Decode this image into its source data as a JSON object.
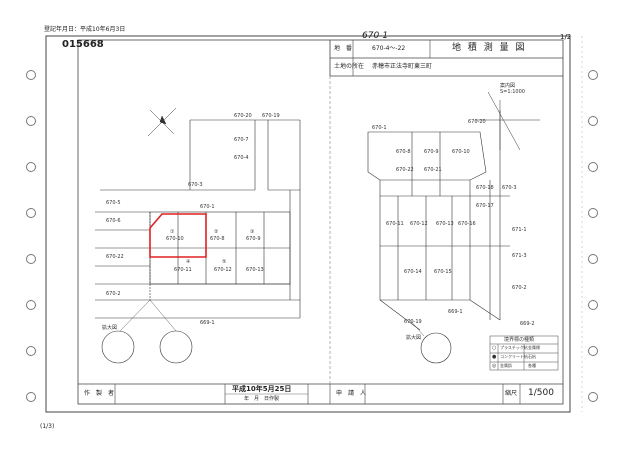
{
  "header": {
    "print_note": "登記年月日：平成10年6月3日",
    "serial": "015668",
    "page_number": "(1/3)"
  },
  "title_block": {
    "handwritten_lot": "670-1",
    "lot_label": "地　番",
    "lot_value": "670-4～-22",
    "survey_title": "地 積 測 量 図",
    "location_label": "土地の所在",
    "location_value": "赤穂市正法寺町東三町",
    "corner_mark": "1/2"
  },
  "left_map": {
    "lots": [
      "670-20",
      "670-19",
      "670-7",
      "670-4",
      "670-3",
      "670-5",
      "670-1",
      "670-6",
      "670-8",
      "670-9",
      "670-10",
      "670-11",
      "670-12",
      "670-13",
      "670-22",
      "670-2",
      "669-1"
    ],
    "parcel_numbers": [
      "①",
      "②",
      "③",
      "④",
      "⑤"
    ],
    "detail_label": "拡大図"
  },
  "right_map": {
    "lots": [
      "670-1",
      "670-8",
      "670-9",
      "670-10",
      "670-11",
      "670-12",
      "670-13",
      "670-14",
      "670-15",
      "670-16",
      "670-17",
      "670-18",
      "670-19",
      "670-20",
      "670-21",
      "670-22",
      "670-3",
      "670-2",
      "671-3",
      "671-1",
      "669-1",
      "669-2"
    ],
    "location_map_label": "案内図",
    "location_map_scale": "S=1:1000",
    "detail_label": "拡大図"
  },
  "legend": {
    "title": "境界標の種類",
    "rows": [
      {
        "mark": "○",
        "type": "プラスチック杭",
        "label": "金属標"
      },
      {
        "mark": "●",
        "type": "コンクリート杭",
        "label": "石杭"
      },
      {
        "mark": "◎",
        "type": "金属鋲",
        "label": "各種"
      }
    ]
  },
  "footer": {
    "creator_label": "作　製　者",
    "date_text": "平成10年5月25日",
    "date_sub": "年　月　日作製",
    "applicant_label": "申　請　人",
    "scale_label": "縮尺",
    "scale_value": "1/500"
  },
  "colors": {
    "highlight": "#e02020",
    "line": "#333333"
  }
}
